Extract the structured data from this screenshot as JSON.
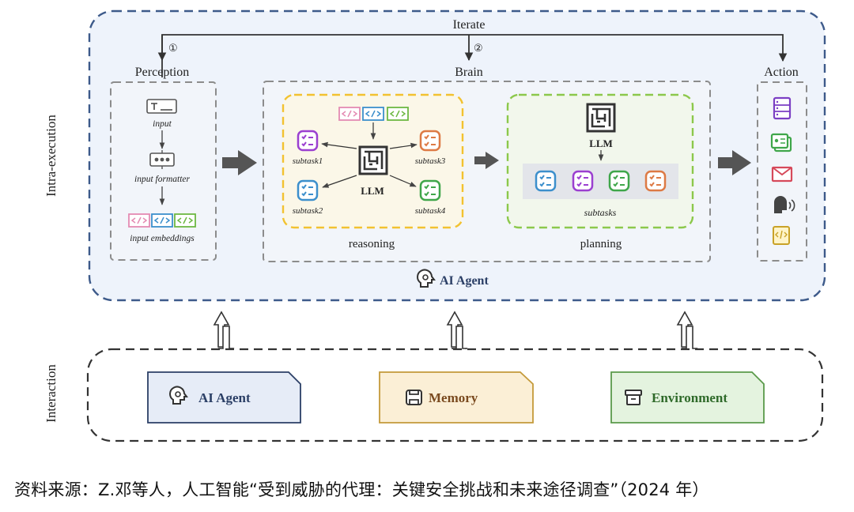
{
  "diagram": {
    "iterate_label": "Iterate",
    "step1_marker": "①",
    "step2_marker": "②",
    "side_label_top": "Intra-execution",
    "side_label_bottom": "Interaction",
    "perception": {
      "title": "Perception",
      "input": "input",
      "formatter": "input formatter",
      "embeddings": "input embeddings"
    },
    "brain": {
      "title": "Brain",
      "reasoning": {
        "label": "reasoning",
        "llm": "LLM",
        "subtasks": [
          "subtask1",
          "subtask2",
          "subtask3",
          "subtask4"
        ]
      },
      "planning": {
        "label": "planning",
        "llm": "LLM",
        "subtasks_label": "subtasks"
      }
    },
    "action": {
      "title": "Action"
    },
    "agent_label": "AI Agent",
    "interaction": {
      "ai_agent": "AI Agent",
      "memory": "Memory",
      "environment": "Environment"
    },
    "colors": {
      "outer_fill": "#eef3fb",
      "outer_border": "#3d5a8a",
      "reasoning_border": "#f2c230",
      "planning_border": "#8cc84b",
      "purple": "#9b3fd0",
      "orange": "#dd7a45",
      "blue": "#3c8fcc",
      "green": "#3fa64a",
      "pink": "#e48bb3",
      "agent_box": "#e6ecf7",
      "memory_box": "#fbefd6",
      "environment_box": "#e4f3df"
    }
  },
  "caption": "资料来源：Z.邓等人，人工智能“受到威胁的代理：关键安全挑战和未来途径调查”（2024 年）"
}
